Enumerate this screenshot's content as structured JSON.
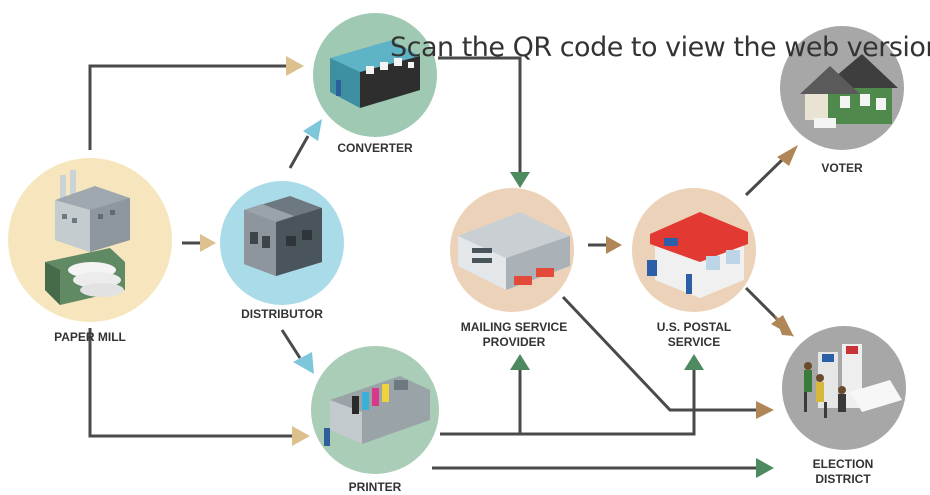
{
  "qr_note": "Scan the QR code to view the web version",
  "nodes": {
    "paper_mill": {
      "label": "PAPER MILL",
      "circle_color": "#f7e6bd"
    },
    "converter": {
      "label": "CONVERTER",
      "circle_color": "#9fc9b2"
    },
    "distributor": {
      "label": "DISTRIBUTOR",
      "circle_color": "#a9dbe8"
    },
    "printer": {
      "label": "PRINTER",
      "circle_color": "#a9cdb7"
    },
    "mailing_service_provider": {
      "label_line1": "MAILING SERVICE",
      "label_line2": "PROVIDER",
      "circle_color": "#ecd2b8"
    },
    "usps": {
      "label_line1": "U.S. POSTAL",
      "label_line2": "SERVICE",
      "circle_color": "#ecd2b8"
    },
    "voter": {
      "label": "VOTER",
      "circle_color": "#a7a7a7"
    },
    "election_district": {
      "label_line1": "ELECTION",
      "label_line2": "DISTRICT",
      "circle_color": "#a7a7a7"
    }
  },
  "colors": {
    "line": "#4a4a4a",
    "arrow_tan": "#dcc08e",
    "arrow_blue": "#7ec6da",
    "arrow_green": "#4e8a60",
    "arrow_brown": "#b08657"
  }
}
